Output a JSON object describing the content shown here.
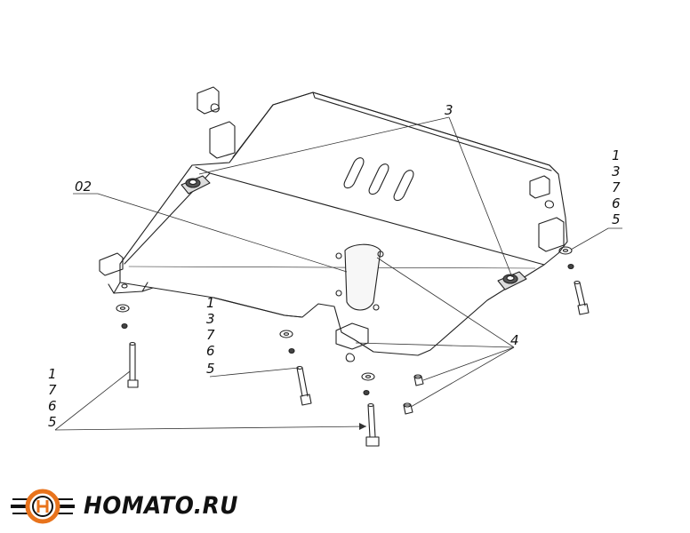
{
  "callouts": {
    "part_02": "02",
    "part_3": "3",
    "part_4": "4",
    "right_stack": [
      "1",
      "3",
      "7",
      "6",
      "5"
    ],
    "center_stack": [
      "1",
      "3",
      "7",
      "6",
      "5"
    ],
    "left_stack": [
      "1",
      "7",
      "6",
      "5"
    ]
  },
  "logo": {
    "text": "HOMATO.RU",
    "colors": {
      "ring": "#e8731c",
      "dark": "#111111"
    }
  },
  "colors": {
    "line": "#222222",
    "leader": "#333333"
  }
}
